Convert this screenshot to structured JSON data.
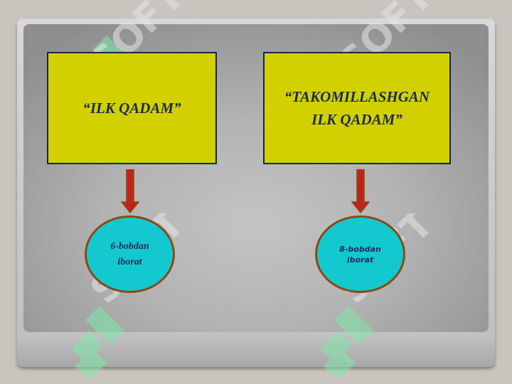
{
  "slide": {
    "left_box": {
      "label": "“ILK  QADAM”"
    },
    "right_box": {
      "label": "“TAKOMILLASHGAN\nILK   QADAM”"
    },
    "left_oval": {
      "label": "6-bobdan\niborat"
    },
    "right_oval": {
      "label": "8-bobdan\niborat"
    }
  },
  "watermark": {
    "text": "SOFT"
  },
  "colors": {
    "box_fill": "#d2d000",
    "box_border": "#13274f",
    "text": "#1c2a56",
    "oval_fill": "#13c9cf",
    "oval_border": "#8a4a13",
    "arrow": "#c0231c",
    "watermark": "#7fe8a8"
  },
  "icons": {
    "arrow": "down-arrow-icon",
    "watermark_logo": "soft-logo-icon"
  }
}
